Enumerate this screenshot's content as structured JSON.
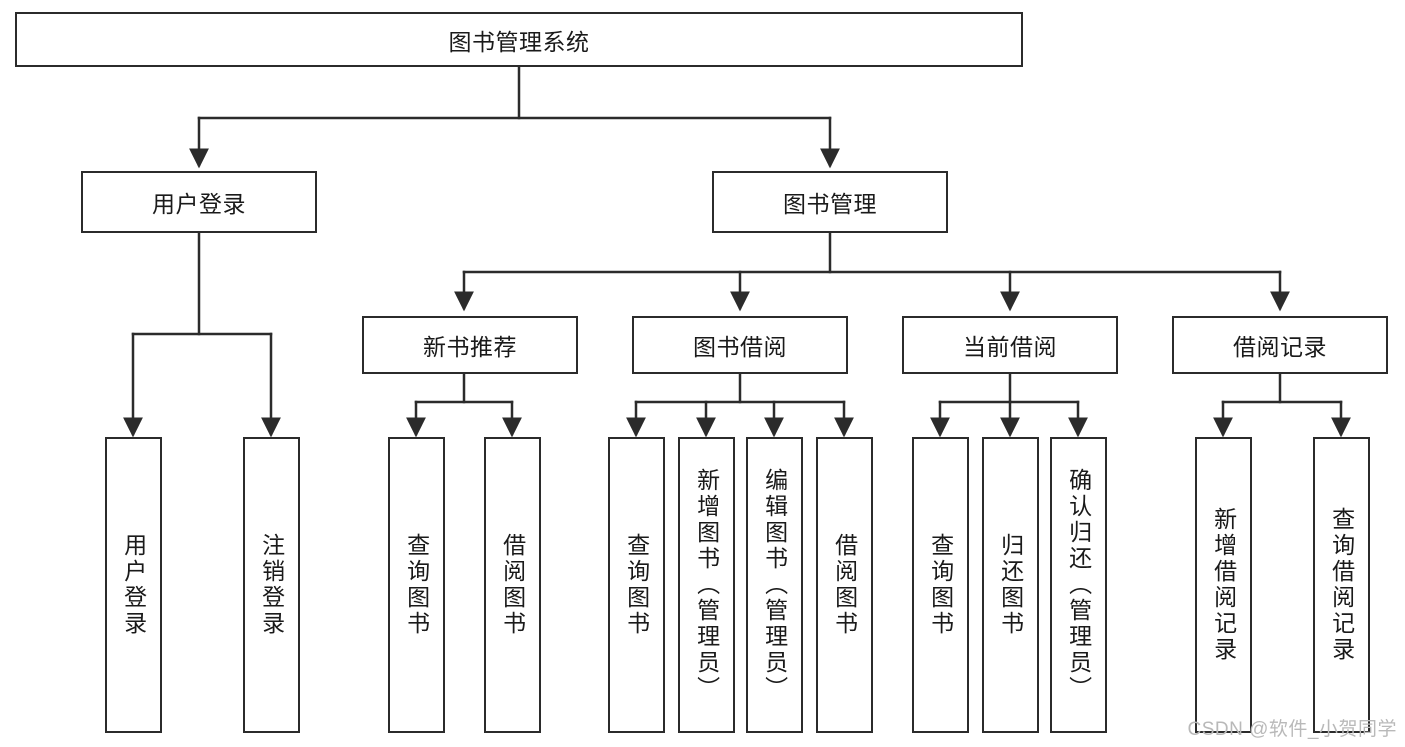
{
  "diagram": {
    "type": "tree",
    "title": "图书管理系统",
    "watermark": "CSDN @软件_小贺同学",
    "colors": {
      "stroke": "#2b2b2b",
      "fill": "#ffffff",
      "text": "#1a1a1a",
      "watermark": "#b9b9b9"
    },
    "nodes": {
      "root": {
        "label": "图书管理系统",
        "orientation": "horizontal"
      },
      "level2": [
        {
          "id": "user-login",
          "label": "用户登录",
          "orientation": "horizontal"
        },
        {
          "id": "book-manage",
          "label": "图书管理",
          "orientation": "horizontal"
        }
      ],
      "level3": [
        {
          "id": "new-book-recommend",
          "label": "新书推荐",
          "orientation": "horizontal"
        },
        {
          "id": "book-borrow",
          "label": "图书借阅",
          "orientation": "horizontal"
        },
        {
          "id": "current-borrow",
          "label": "当前借阅",
          "orientation": "horizontal"
        },
        {
          "id": "borrow-record",
          "label": "借阅记录",
          "orientation": "horizontal"
        }
      ],
      "leaves": {
        "user-login": [
          {
            "id": "leaf-user-login",
            "label": "用户登录",
            "orientation": "vertical"
          },
          {
            "id": "leaf-logout-login",
            "label": "注销登录",
            "orientation": "vertical"
          }
        ],
        "new-book-recommend": [
          {
            "id": "leaf-query-book-1",
            "label": "查询图书",
            "orientation": "vertical"
          },
          {
            "id": "leaf-borrow-book-1",
            "label": "借阅图书",
            "orientation": "vertical"
          }
        ],
        "book-borrow": [
          {
            "id": "leaf-query-book-2",
            "label": "查询图书",
            "orientation": "vertical"
          },
          {
            "id": "leaf-add-book",
            "label": "新增图书（管理员）",
            "orientation": "vertical"
          },
          {
            "id": "leaf-edit-book",
            "label": "编辑图书（管理员）",
            "orientation": "vertical"
          },
          {
            "id": "leaf-borrow-book-2",
            "label": "借阅图书",
            "orientation": "vertical"
          }
        ],
        "current-borrow": [
          {
            "id": "leaf-query-book-3",
            "label": "查询图书",
            "orientation": "vertical"
          },
          {
            "id": "leaf-return-book",
            "label": "归还图书",
            "orientation": "vertical"
          },
          {
            "id": "leaf-confirm-return",
            "label": "确认归还（管理员）",
            "orientation": "vertical"
          }
        ],
        "borrow-record": [
          {
            "id": "leaf-add-borrow-record",
            "label": "新增借阅记录",
            "orientation": "vertical"
          },
          {
            "id": "leaf-query-borrow-record",
            "label": "查询借阅记录",
            "orientation": "vertical"
          }
        ]
      }
    }
  }
}
